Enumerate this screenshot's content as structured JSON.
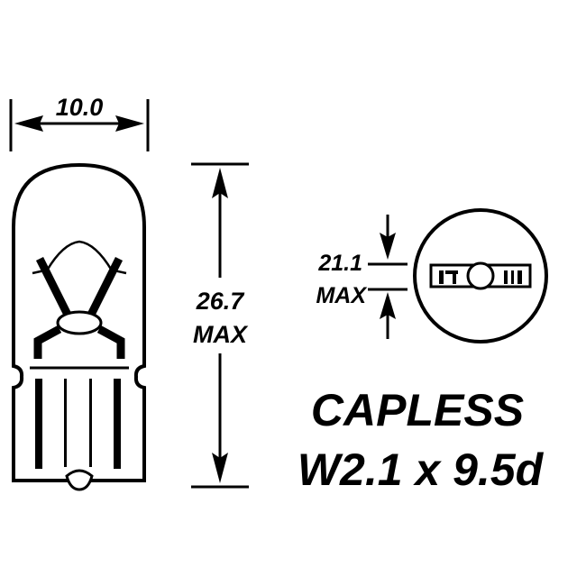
{
  "diagram": {
    "subject": "Capless wedge bulb technical drawing",
    "colors": {
      "line": "#000000",
      "background": "#ffffff"
    },
    "dimensions": {
      "width": {
        "value": "10.0"
      },
      "height": {
        "value": "26.7",
        "qualifier": "MAX"
      },
      "base_thickness": {
        "value": "21.1",
        "qualifier": "MAX"
      }
    },
    "caption": {
      "line1": "CAPLESS",
      "line2": "W2.1 x 9.5d"
    },
    "views": [
      "side-view-bulb",
      "end-view-base"
    ]
  }
}
